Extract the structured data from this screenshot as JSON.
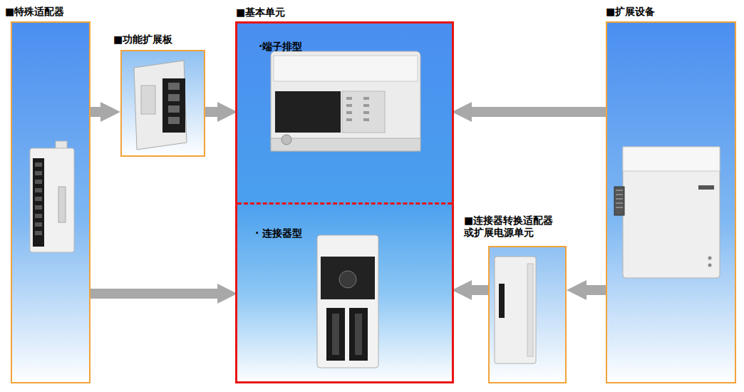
{
  "diagram": {
    "nodes": [
      {
        "text": [
          "■特殊适配器"
        ]
      },
      {
        "text": [
          "■功能扩展板"
        ]
      },
      {
        "text": [
          "■基本单元"
        ]
      },
      {
        "text": [
          "·端子排型"
        ],
        "in": 2
      },
      {
        "text": [
          "· 连接器型"
        ],
        "in": 2
      },
      {
        "text": [
          "■连接器转换适配器 或扩展电源单元"
        ]
      },
      {
        "text": [
          "■扩展设备"
        ]
      }
    ],
    "edges": [
      {
        "from": 0,
        "to": 1,
        "arrow": "to"
      },
      {
        "from": 1,
        "to": 3,
        "arrow": "to"
      },
      {
        "from": 6,
        "to": 3,
        "arrow": "to"
      },
      {
        "from": 0,
        "to": 4,
        "arrow": "to"
      },
      {
        "from": 6,
        "to": 5,
        "arrow": "to"
      },
      {
        "from": 5,
        "to": 4,
        "arrow": "to"
      }
    ]
  }
}
